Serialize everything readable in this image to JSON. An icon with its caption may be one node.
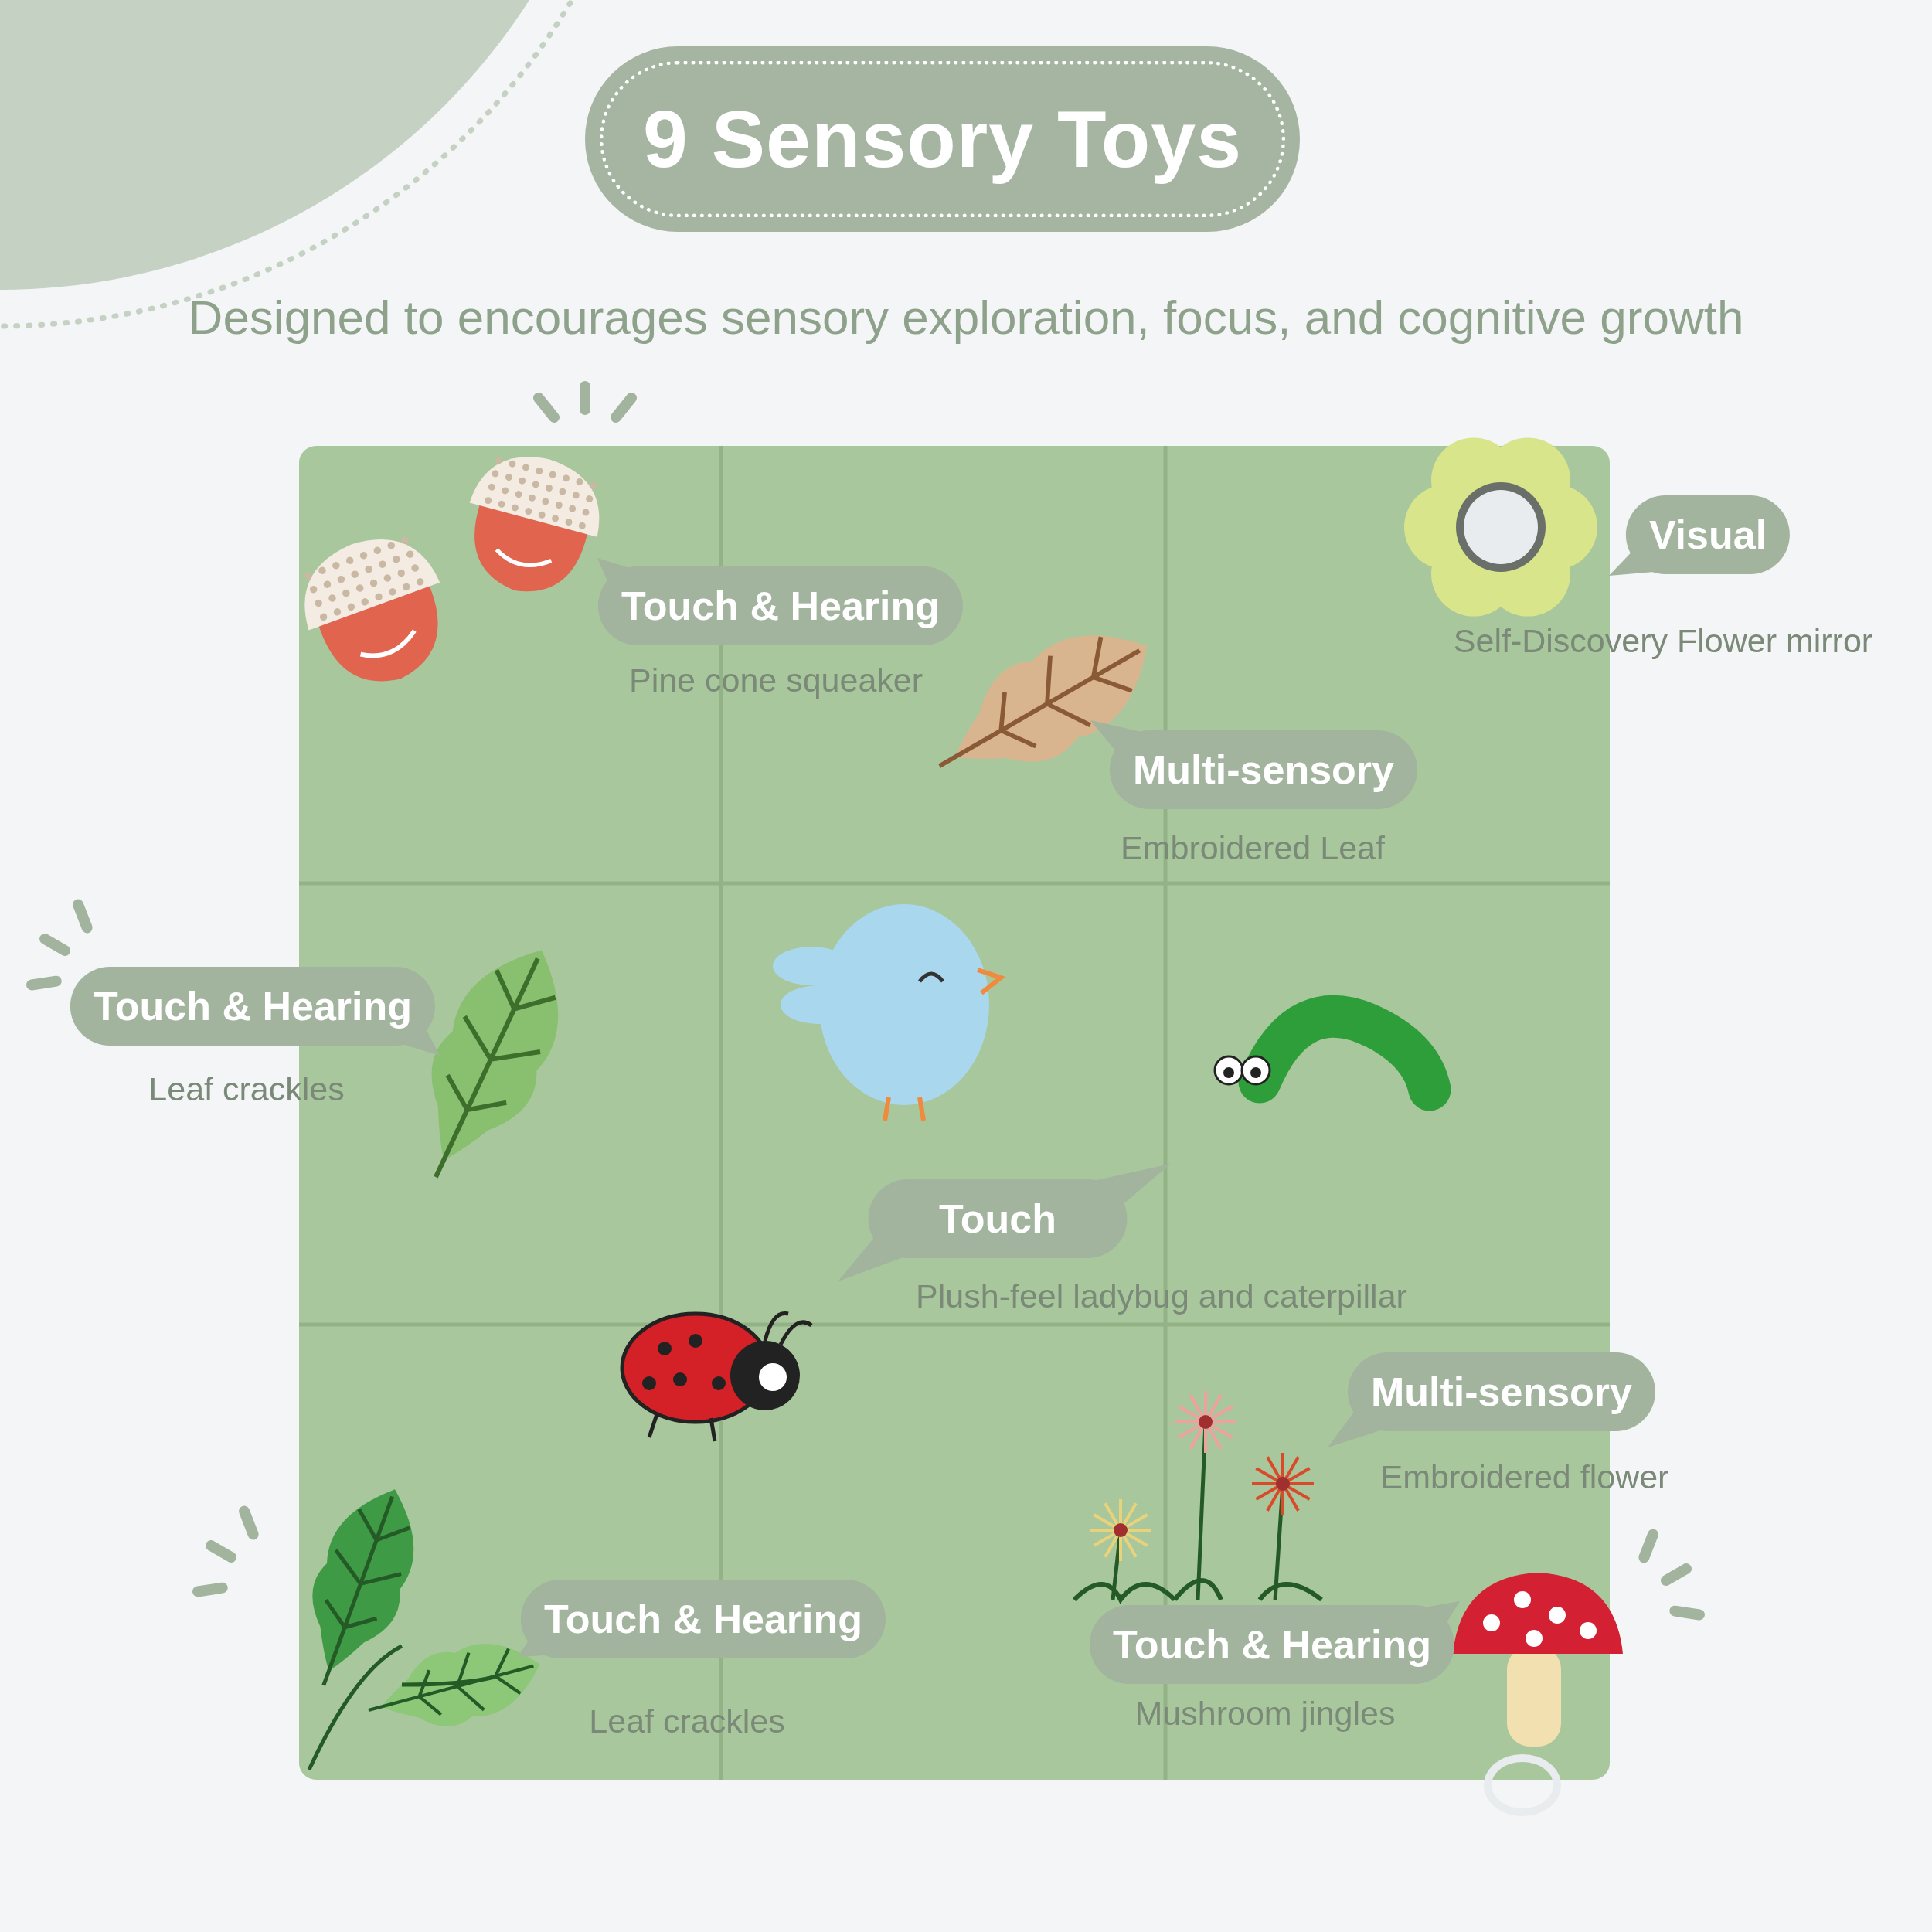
{
  "diagram": {
    "title": "9 Sensory Toys",
    "nodes": [
      {
        "text": [
          "Visual"
        ],
        "beside": [
          "Self-Discovery Flower mirror"
        ]
      },
      {
        "text": [
          "Touch & Hearing"
        ],
        "beside": [
          "Pine cone squeaker"
        ]
      },
      {
        "text": [
          "Multi-sensory"
        ],
        "beside": [
          "Embroidered Leaf"
        ]
      },
      {
        "text": [
          "Touch & Hearing"
        ],
        "beside": [
          "Leaf crackles"
        ]
      },
      {
        "text": [
          "Touch"
        ],
        "beside": [
          "Plush-feel ladybug and caterpillar"
        ]
      },
      {
        "text": [
          "Multi-sensory"
        ],
        "beside": [
          "Embroidered flower"
        ]
      },
      {
        "text": [
          "Touch & Hearing"
        ],
        "beside": [
          "Leaf crackles"
        ]
      },
      {
        "text": [
          "Touch & Hearing"
        ],
        "beside": [
          "Mushroom jingles"
        ]
      }
    ],
    "labels": [
      "Designed to encourages sensory exploration, focus, and cognitive growth"
    ]
  }
}
